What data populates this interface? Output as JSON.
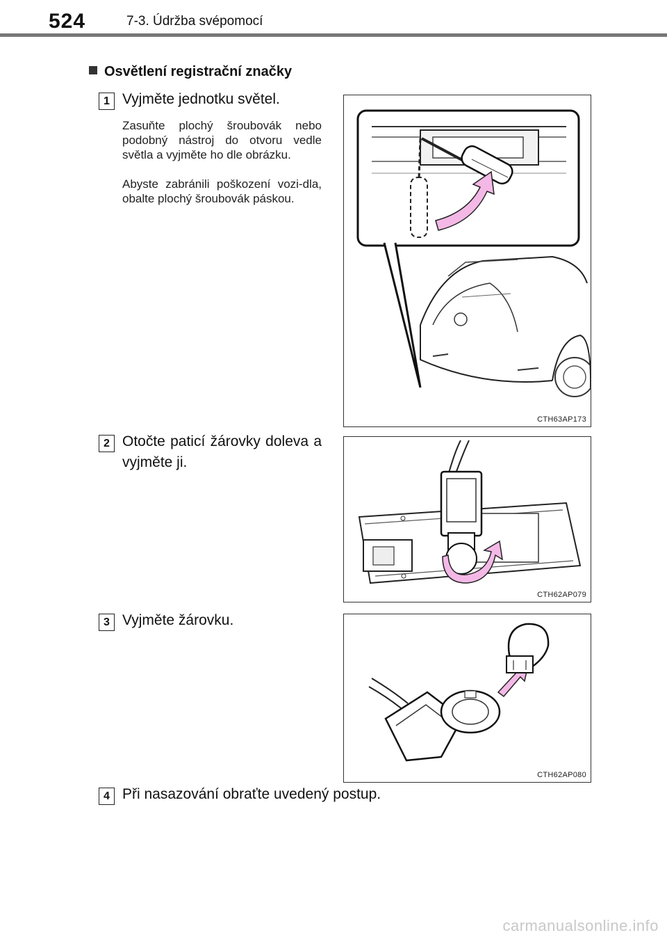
{
  "header": {
    "page_number": "524",
    "section": "7-3. Údržba svépomocí"
  },
  "subheading": "Osvětlení registrační značky",
  "steps": [
    {
      "number": "1",
      "text": "Vyjměte jednotku světel.",
      "notes": [
        "Zasuňte plochý šroubovák nebo podobný nástroj do otvoru vedle světla a vyjměte ho dle obrázku.",
        "Abyste zabránili poškození vozi-dla, obalte plochý šroubovák páskou."
      ],
      "figure_code": "CTH63AP173"
    },
    {
      "number": "2",
      "text": "Otočte paticí žárovky doleva a vyjměte ji.",
      "figure_code": "CTH62AP079"
    },
    {
      "number": "3",
      "text": "Vyjměte žárovku.",
      "figure_code": "CTH62AP080"
    },
    {
      "number": "4",
      "text": "Při nasazování obraťte uvedený postup."
    }
  ],
  "watermark": "carmanualsonline.info",
  "colors": {
    "arrow_fill": "#f4b8e6",
    "rule": "#777777"
  }
}
